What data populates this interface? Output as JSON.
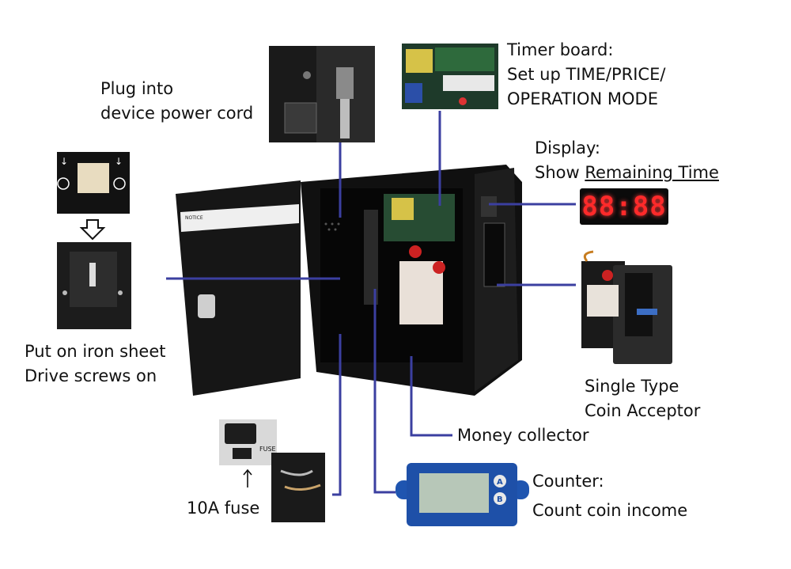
{
  "colors": {
    "connector_line": "#3b3fa0",
    "led": "#ff2a2a",
    "box_body": "#141414"
  },
  "labels": {
    "plug": [
      "Plug into",
      "device power cord"
    ],
    "timer_title": "Timer board:",
    "timer_lines": [
      "Set up TIME/PRICE/",
      "OPERATION MODE"
    ],
    "display_title": "Display:",
    "display_prefix": "Show ",
    "display_emph": "Remaining Time",
    "iron": [
      "Put on iron sheet",
      "Drive screws on"
    ],
    "coin": [
      "Single Type",
      "Coin Acceptor"
    ],
    "money": "Money collector",
    "fuse": "10A fuse",
    "counter_title": "Counter:",
    "counter_sub": "Count coin income"
  },
  "display_readout": "88:88",
  "fuse_socket_text": "FUSE",
  "counter_buttons": [
    "A",
    "B"
  ],
  "notice_sticker": "NOTICE"
}
